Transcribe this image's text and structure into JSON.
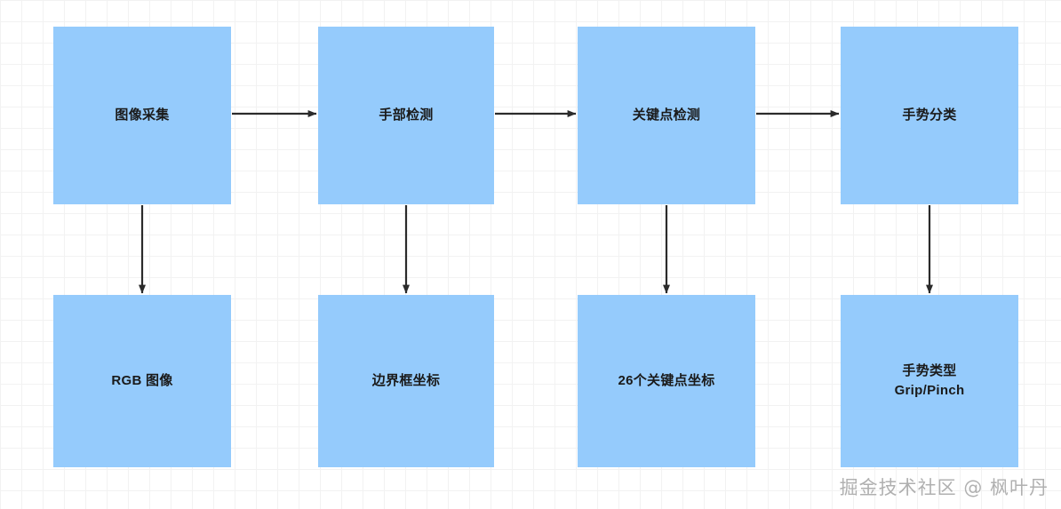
{
  "diagram": {
    "type": "flowchart",
    "title": "",
    "orientation": "left-to-right pipeline with downward outputs",
    "colors": {
      "node_fill": "#95cbfc",
      "node_text": "#1a1a1a",
      "edge": "#2b2b2b",
      "grid_minor": "#f2f2f2",
      "grid_major": "#ededed",
      "background": "#ffffff",
      "watermark": "#9b9b9b"
    },
    "nodes": [
      {
        "id": "capture",
        "label": "图像采集",
        "row": "pipeline",
        "column": 1
      },
      {
        "id": "hand-detect",
        "label": "手部检测",
        "row": "pipeline",
        "column": 2
      },
      {
        "id": "keypoint",
        "label": "关键点检测",
        "row": "pipeline",
        "column": 3
      },
      {
        "id": "classify",
        "label": "手势分类",
        "row": "pipeline",
        "column": 4
      },
      {
        "id": "rgb-image",
        "label": "RGB 图像",
        "row": "output",
        "column": 1
      },
      {
        "id": "bbox-coords",
        "label": "边界框坐标",
        "row": "output",
        "column": 2
      },
      {
        "id": "keypoint-coords",
        "label": "26个关键点坐标",
        "row": "output",
        "column": 3
      },
      {
        "id": "gesture-type",
        "label": "手势类型\nGrip/Pinch",
        "row": "output",
        "column": 4
      }
    ],
    "edges": [
      {
        "from": "capture",
        "to": "hand-detect",
        "direction": "right"
      },
      {
        "from": "hand-detect",
        "to": "keypoint",
        "direction": "right"
      },
      {
        "from": "keypoint",
        "to": "classify",
        "direction": "right"
      },
      {
        "from": "capture",
        "to": "rgb-image",
        "direction": "down"
      },
      {
        "from": "hand-detect",
        "to": "bbox-coords",
        "direction": "down"
      },
      {
        "from": "keypoint",
        "to": "keypoint-coords",
        "direction": "down"
      },
      {
        "from": "classify",
        "to": "gesture-type",
        "direction": "down"
      }
    ]
  },
  "watermark": {
    "text": "掘金技术社区 @ 枫叶丹"
  }
}
